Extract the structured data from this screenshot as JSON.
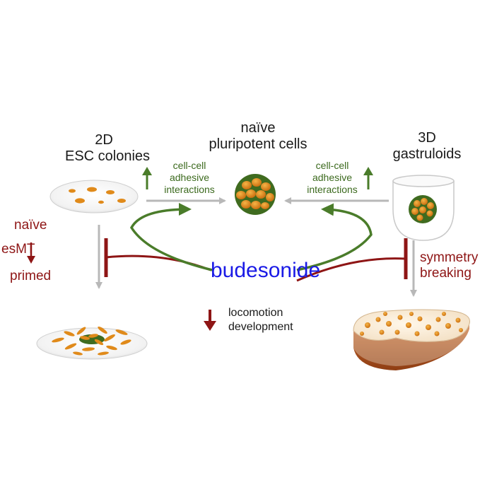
{
  "labels": {
    "esc_title_1": "2D",
    "esc_title_2": "ESC colonies",
    "naive_title_1": "naïve",
    "naive_title_2": "pluripotent cells",
    "gastruloid_title_1": "3D",
    "gastruloid_title_2": "gastruloids",
    "adhesion_left_1": "cell-cell",
    "adhesion_left_2": "adhesive",
    "adhesion_left_3": "interactions",
    "adhesion_right_1": "cell-cell",
    "adhesion_right_2": "adhesive",
    "adhesion_right_3": "interactions",
    "naive_state": "naïve",
    "esmt": "esMT",
    "primed_state": "primed",
    "symmetry_1": "symmetry",
    "symmetry_2": "breaking",
    "drug": "budesonide",
    "effect_1": "locomotion",
    "effect_2": "development"
  },
  "colors": {
    "cell_orange": "#e08a1a",
    "cell_green": "#3f6b1f",
    "arrow_green": "#4a7c2a",
    "inhibit_red": "#8e1515",
    "arrow_grey": "#b8b8b8",
    "drug_blue": "#1a1ae6",
    "tissue_brown": "#b35a25"
  }
}
